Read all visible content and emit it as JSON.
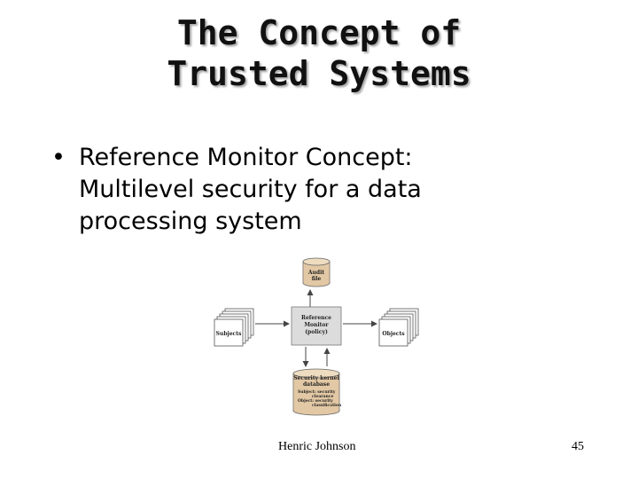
{
  "title": {
    "line1": "The Concept of",
    "line2": "Trusted Systems"
  },
  "bullet": {
    "symbol": "•",
    "lines": [
      "Reference Monitor Concept:",
      "Multilevel security for a data",
      "processing system"
    ]
  },
  "diagram": {
    "audit_file": [
      "Audit",
      "file"
    ],
    "reference_monitor": [
      "Reference",
      "Monitor",
      "(policy)"
    ],
    "subjects": "Subjects",
    "objects": "Objects",
    "kernel_db": [
      "Security kernel",
      "database"
    ],
    "kernel_db_details": [
      "Subject: security",
      "clearance",
      "Object: security",
      "classification"
    ]
  },
  "footer": {
    "author": "Henric Johnson",
    "page_number": "45"
  },
  "colors": {
    "cylinder_fill": "#e2c8a4",
    "monitor_fill": "#dcdcdc",
    "arrow": "#444444"
  }
}
